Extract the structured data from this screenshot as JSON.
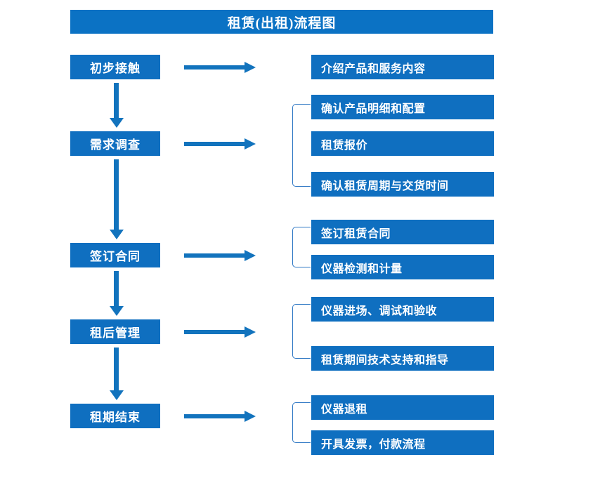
{
  "diagram": {
    "title": "租赁(出租)流程图",
    "colors": {
      "title_bar": "#0b72c4",
      "box": "#0f6fc0",
      "arrow": "#1273bd",
      "bracket": "#2f78c4",
      "text": "#ffffff",
      "background": "#ffffff"
    },
    "stages": [
      {
        "label": "初步接触"
      },
      {
        "label": "需求调查"
      },
      {
        "label": "签订合同"
      },
      {
        "label": "租后管理"
      },
      {
        "label": "租期结束"
      }
    ],
    "details": [
      {
        "label": "介绍产品和服务内容"
      },
      {
        "label": "确认产品明细和配置"
      },
      {
        "label": "租赁报价"
      },
      {
        "label": "确认租赁周期与交货时间"
      },
      {
        "label": "签订租赁合同"
      },
      {
        "label": "仪器检测和计量"
      },
      {
        "label": "仪器进场、调试和验收"
      },
      {
        "label": "租赁期间技术支持和指导"
      },
      {
        "label": "仪器退租"
      },
      {
        "label": "开具发票，付款流程"
      }
    ]
  }
}
